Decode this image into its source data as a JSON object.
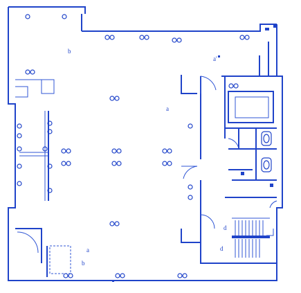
{
  "plan": {
    "room_labels": {
      "north_office": "b",
      "main_area": "a",
      "corner_area": "a'",
      "stair_down_1": "d",
      "stair_down_2": "d",
      "lobby": "a",
      "lower_room": "b"
    },
    "colors": {
      "line": "#1f43c9",
      "light": "#2f55d4",
      "paper": "#ffffff"
    }
  }
}
